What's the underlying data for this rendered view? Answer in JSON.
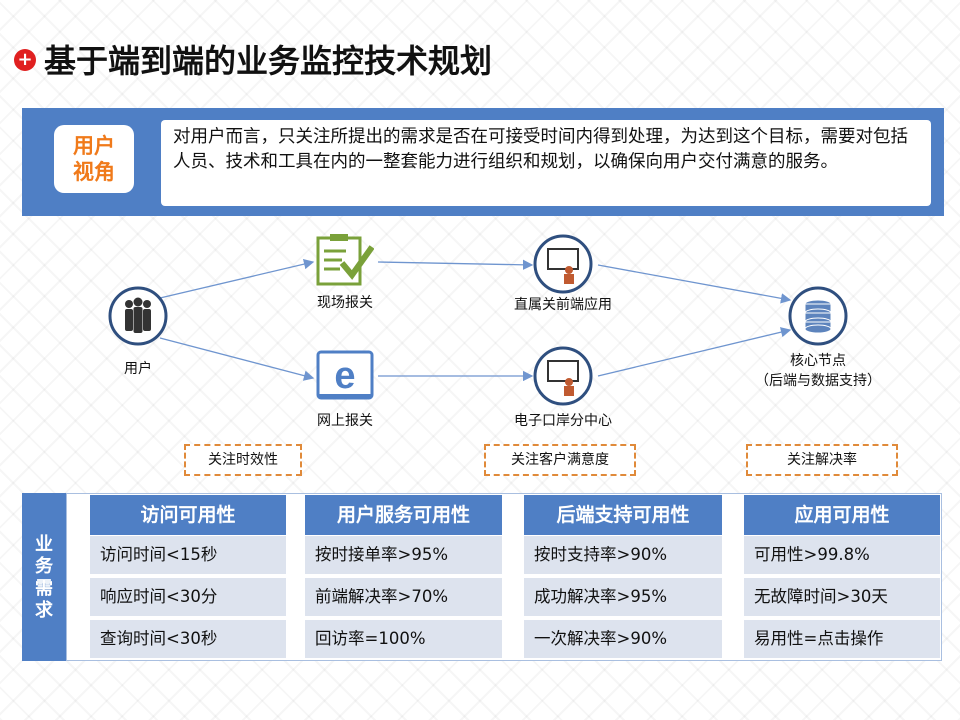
{
  "title": "基于端到端的业务监控技术规划",
  "title_icon": "plus-circle-icon",
  "perspective": {
    "label": "用户视角",
    "text": "对用户而言，只关注所提出的需求是否在可接受时间内得到处理，为达到这个目标，需要对包括人员、技术和工具在内的一整套能力进行组织和规划，以确保向用户交付满意的服务。"
  },
  "flow": {
    "user": "用户",
    "onsite": "现场报关",
    "online": "网上报关",
    "frontend": "直属关前端应用",
    "portal": "电子口岸分中心",
    "core_line1": "核心节点",
    "core_line2": "（后端与数据支持）"
  },
  "focus": {
    "timeliness": "关注时效性",
    "satisfaction": "关注客户满意度",
    "resolution": "关注解决率"
  },
  "demand": {
    "label": "业务需求",
    "columns": [
      {
        "title": "访问可用性",
        "rows": [
          "访问时间<15秒",
          "响应时间<30分",
          "查询时间<30秒"
        ]
      },
      {
        "title": "用户服务可用性",
        "rows": [
          "按时接单率>95%",
          "前端解决率>70%",
          "回访率=100%"
        ]
      },
      {
        "title": "后端支持可用性",
        "rows": [
          "按时支持率>90%",
          "成功解决率>95%",
          "一次解决率>90%"
        ]
      },
      {
        "title": "应用可用性",
        "rows": [
          "可用性>99.8%",
          "无故障时间>30天",
          "易用性=点击操作"
        ]
      }
    ]
  },
  "colors": {
    "accent_blue": "#4f7fc5",
    "accent_orange": "#f07a1a",
    "title_red": "#e02020"
  }
}
